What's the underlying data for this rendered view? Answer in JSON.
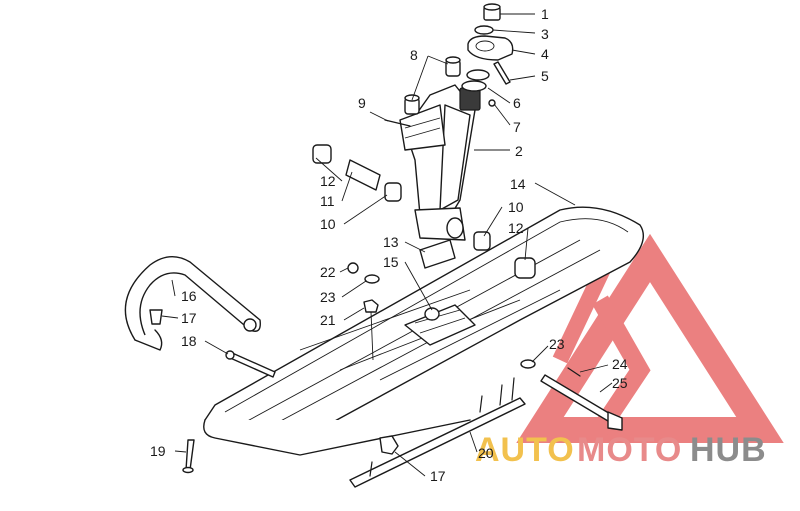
{
  "watermark": {
    "word_auto": "AUTO",
    "word_moto": "MOTO",
    "word_hub": "HUB",
    "color_auto": "#f2c14e",
    "color_moto": "#e88a8a",
    "color_hub": "#8c8c8c",
    "triangle_color": "#e86a6a"
  },
  "callouts": [
    {
      "id": "1",
      "label": "1"
    },
    {
      "id": "3",
      "label": "3"
    },
    {
      "id": "4",
      "label": "4"
    },
    {
      "id": "5",
      "label": "5"
    },
    {
      "id": "6",
      "label": "6"
    },
    {
      "id": "7",
      "label": "7"
    },
    {
      "id": "2",
      "label": "2"
    },
    {
      "id": "8",
      "label": "8"
    },
    {
      "id": "9",
      "label": "9"
    },
    {
      "id": "12a",
      "label": "12"
    },
    {
      "id": "11",
      "label": "11"
    },
    {
      "id": "10a",
      "label": "10"
    },
    {
      "id": "14",
      "label": "14"
    },
    {
      "id": "10b",
      "label": "10"
    },
    {
      "id": "12b",
      "label": "12"
    },
    {
      "id": "13",
      "label": "13"
    },
    {
      "id": "15",
      "label": "15"
    },
    {
      "id": "22",
      "label": "22"
    },
    {
      "id": "23a",
      "label": "23"
    },
    {
      "id": "21",
      "label": "21"
    },
    {
      "id": "16",
      "label": "16"
    },
    {
      "id": "17a",
      "label": "17"
    },
    {
      "id": "18",
      "label": "18"
    },
    {
      "id": "23b",
      "label": "23"
    },
    {
      "id": "24",
      "label": "24"
    },
    {
      "id": "25",
      "label": "25"
    },
    {
      "id": "19",
      "label": "19"
    },
    {
      "id": "20",
      "label": "20"
    },
    {
      "id": "17b",
      "label": "17"
    }
  ]
}
